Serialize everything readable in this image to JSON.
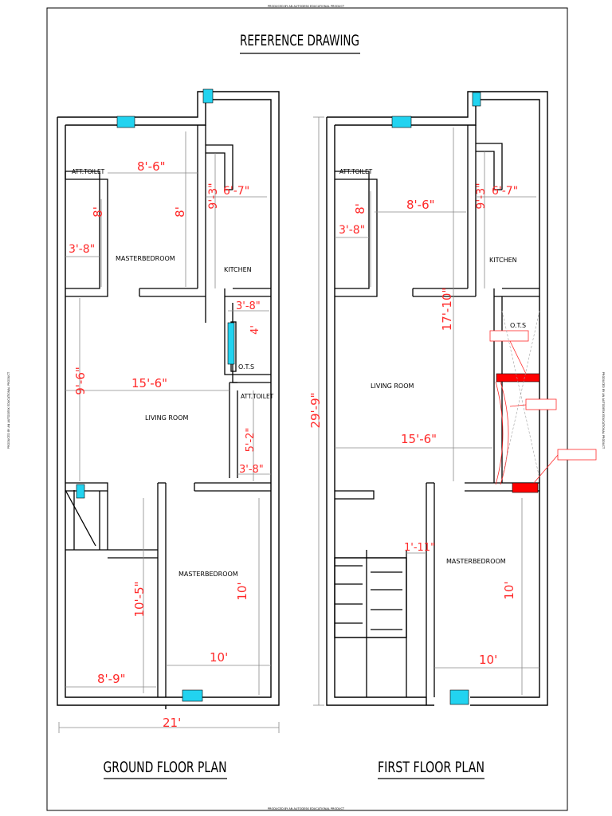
{
  "header_note": "PRODUCED BY AN AUTODESK EDUCATIONAL PRODUCT",
  "footer_note": "PRODUCED BY AN AUTODESK EDUCATIONAL PRODUCT",
  "side_note_left": "PRODUCED BY AN AUTODESK EDUCATIONAL PRODUCT",
  "side_note_right": "PRODUCED BY AN AUTODESK EDUCATIONAL PRODUCT",
  "title": "REFERENCE DRAWING",
  "colors": {
    "dimension": "#ff2a2a",
    "window": "#22d3f0",
    "highlight": "#ff0000",
    "wall": "#000000"
  },
  "ground_floor": {
    "caption": "GROUND FLOOR PLAN",
    "rooms": {
      "att_toilet": "ATT.TOILET",
      "master_bedroom_top": "MASTERBEDROOM",
      "kitchen": "KITCHEN",
      "ots": "O.T.S",
      "att_toilet_2": "ATT.TOILET",
      "living_room": "LIVING ROOM",
      "master_bedroom_bottom": "MASTERBEDROOM"
    },
    "dimensions": {
      "bedroom_width": "8'-6\"",
      "toilet_height": "8'",
      "bedroom_height": "8'",
      "toilet_width": "3'-8\"",
      "kitchen_height": "9'-3\"",
      "kitchen_width": "6'-7\"",
      "ots_width": "3'-8\"",
      "ots_height": "4'",
      "living_width": "15'-6\"",
      "living_height": "9'-6\"",
      "toilet2_height": "5'-2\"",
      "toilet2_width": "3'-8\"",
      "stair_height": "10'-5\"",
      "stair_width": "8'-9\"",
      "bedroom2_width": "10'",
      "bedroom2_height": "10'",
      "overall_width": "21'"
    }
  },
  "first_floor": {
    "caption": "FIRST FLOOR PLAN",
    "rooms": {
      "att_toilet": "ATT.TOILET",
      "kitchen": "KITCHEN",
      "ots": "O.T.S",
      "living_room": "LIVING ROOM",
      "master_bedroom": "MASTERBEDROOM"
    },
    "dimensions": {
      "toilet_height": "8'",
      "toilet_width": "3'-8\"",
      "bedroom_width": "8'-6\"",
      "kitchen_height": "9'-3\"",
      "kitchen_width": "6'-7\"",
      "living_height": "17'-10\"",
      "living_width": "15'-6\"",
      "overall_height": "29'-9\"",
      "stair_gap": "1'-11\"",
      "bedroom_width2": "10'",
      "bedroom_height2": "10'"
    }
  }
}
